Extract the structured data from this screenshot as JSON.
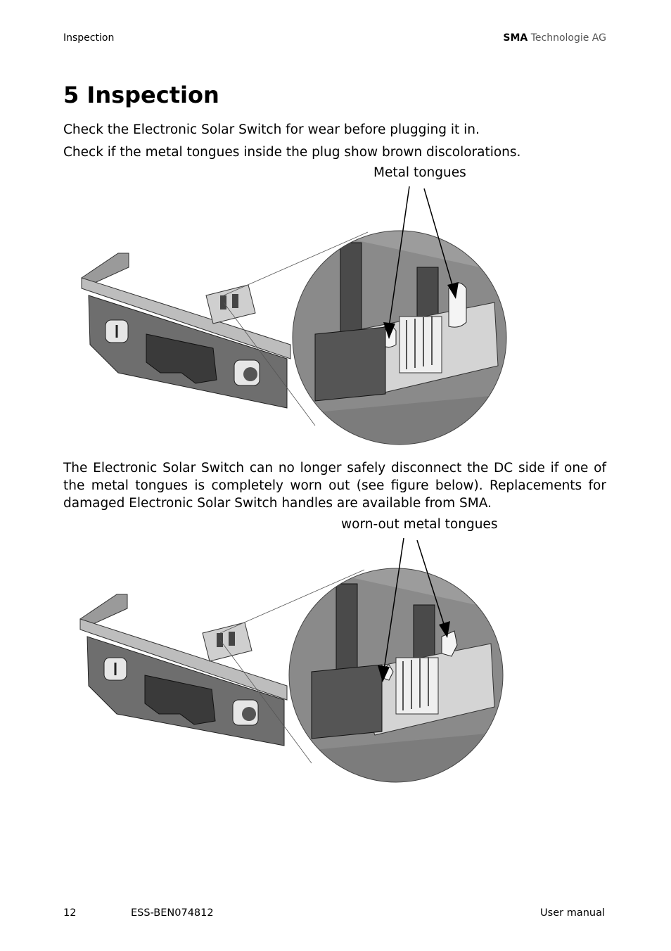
{
  "header": {
    "section": "Inspection",
    "brand_bold": "SMA",
    "brand_rest": "Technologie AG"
  },
  "title": "5 Inspection",
  "paragraphs": {
    "p1": "Check the Electronic Solar Switch for wear before plugging it in.",
    "p2": "Check if the metal tongues inside the plug show brown discolorations.",
    "p3": "The Electronic Solar Switch can no longer safely disconnect the DC side if one of the metal tongues is completely worn out (see figure below). Replacements for damaged Electronic Solar Switch handles are available from SMA."
  },
  "figures": {
    "fig1_caption": "Metal tongues",
    "fig2_caption": "worn-out metal tongues"
  },
  "footer": {
    "page": "12",
    "doc_id": "ESS-BEN074812",
    "doc_type": "User manual"
  }
}
